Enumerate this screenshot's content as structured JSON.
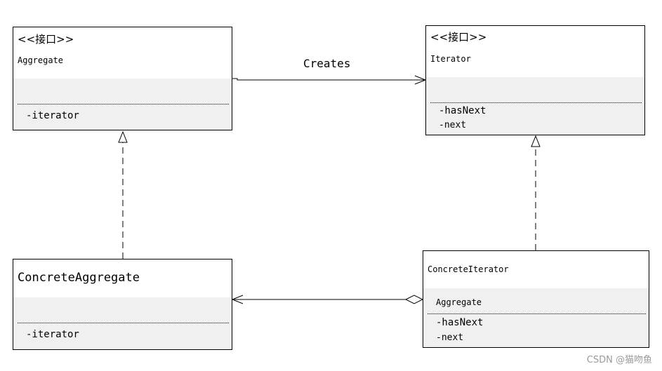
{
  "diagram": {
    "aggregate": {
      "stereotype": "<<接口>>",
      "name": "Aggregate",
      "member": "-iterator"
    },
    "iterator": {
      "stereotype": "<<接口>>",
      "name": "Iterator",
      "members": [
        "-hasNext",
        "-next"
      ]
    },
    "concrete_aggregate": {
      "name": "ConcreteAggregate",
      "member": "-iterator"
    },
    "concrete_iterator": {
      "name": "ConcreteIterator",
      "attribute": "Aggregate",
      "members": [
        "-hasNext",
        "-next"
      ]
    },
    "relations": {
      "creates_label": "Creates"
    }
  },
  "watermark": "CSDN @猫吻鱼"
}
